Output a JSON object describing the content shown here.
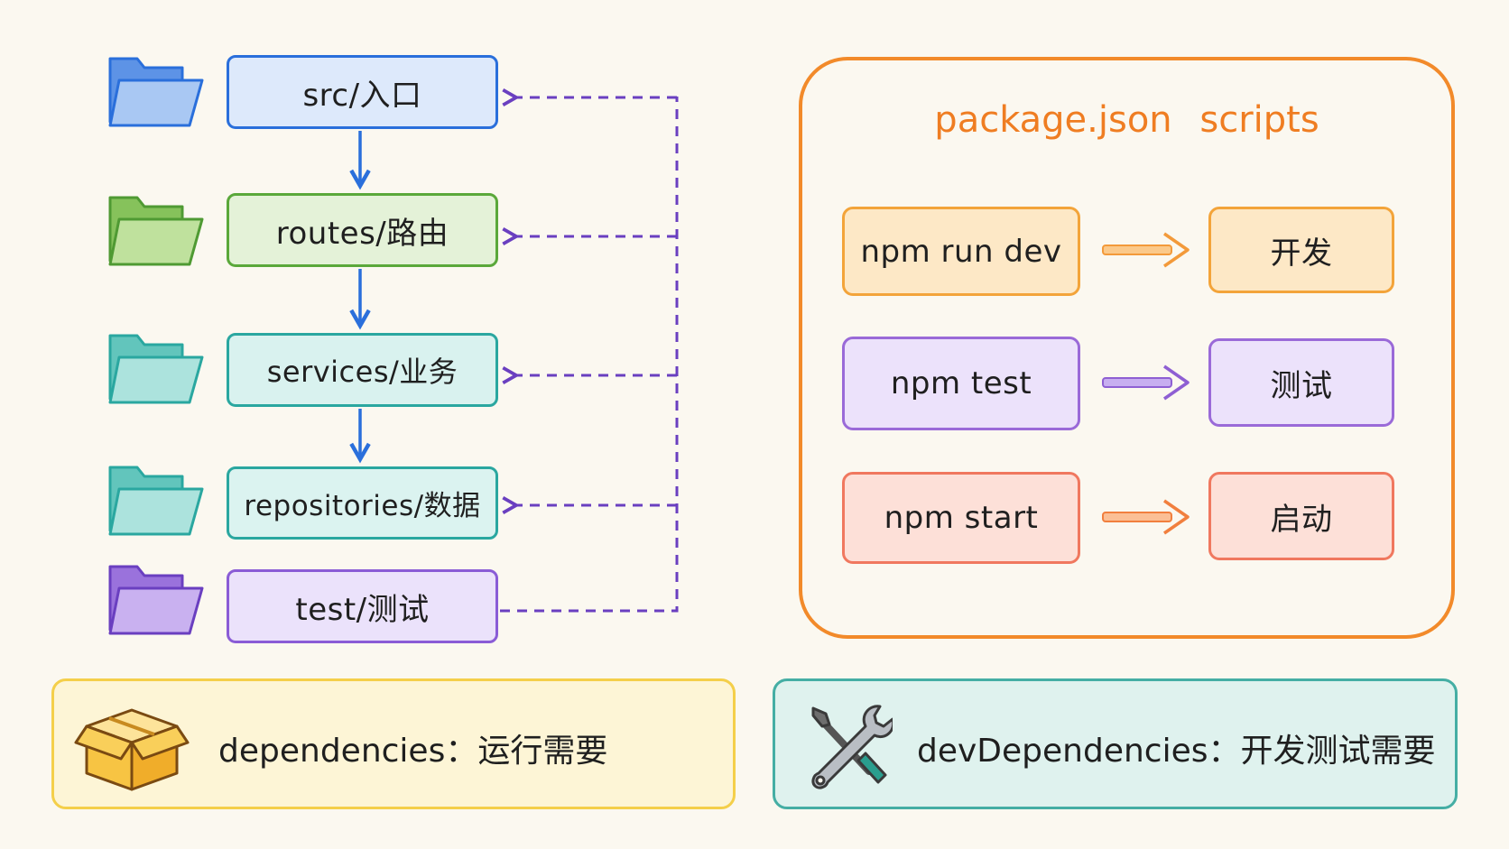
{
  "tree": {
    "nodes": [
      {
        "label": "src/入口",
        "folder_color": "#2a6fdb",
        "folder_fill": "#9fc2f2"
      },
      {
        "label": "routes/路由",
        "folder_color": "#5aa83a",
        "folder_fill": "#b7dd92"
      },
      {
        "label": "services/业务",
        "folder_color": "#2aa7a0",
        "folder_fill": "#a6e0da"
      },
      {
        "label": "repositories/数据",
        "folder_color": "#2aa7a0",
        "folder_fill": "#a6e0da"
      },
      {
        "label": "test/测试",
        "folder_color": "#7a4cc6",
        "folder_fill": "#c3a9ee"
      }
    ],
    "flow_color": "#2a6fdb",
    "test_link_color": "#6a3fc0"
  },
  "scripts": {
    "title": "package.json scripts",
    "accent": "#ef7d22",
    "rows": [
      {
        "command": "npm run dev",
        "result": "开发",
        "color": "orange"
      },
      {
        "command": "npm test",
        "result": "测试",
        "color": "purple"
      },
      {
        "command": "npm start",
        "result": "启动",
        "color": "red"
      }
    ]
  },
  "legend": {
    "dependencies": {
      "text": "dependencies：运行需要",
      "icon": "package-box-icon"
    },
    "devDependencies": {
      "text": "devDependencies：开发测试需要",
      "icon": "wrench-screwdriver-icon"
    }
  }
}
